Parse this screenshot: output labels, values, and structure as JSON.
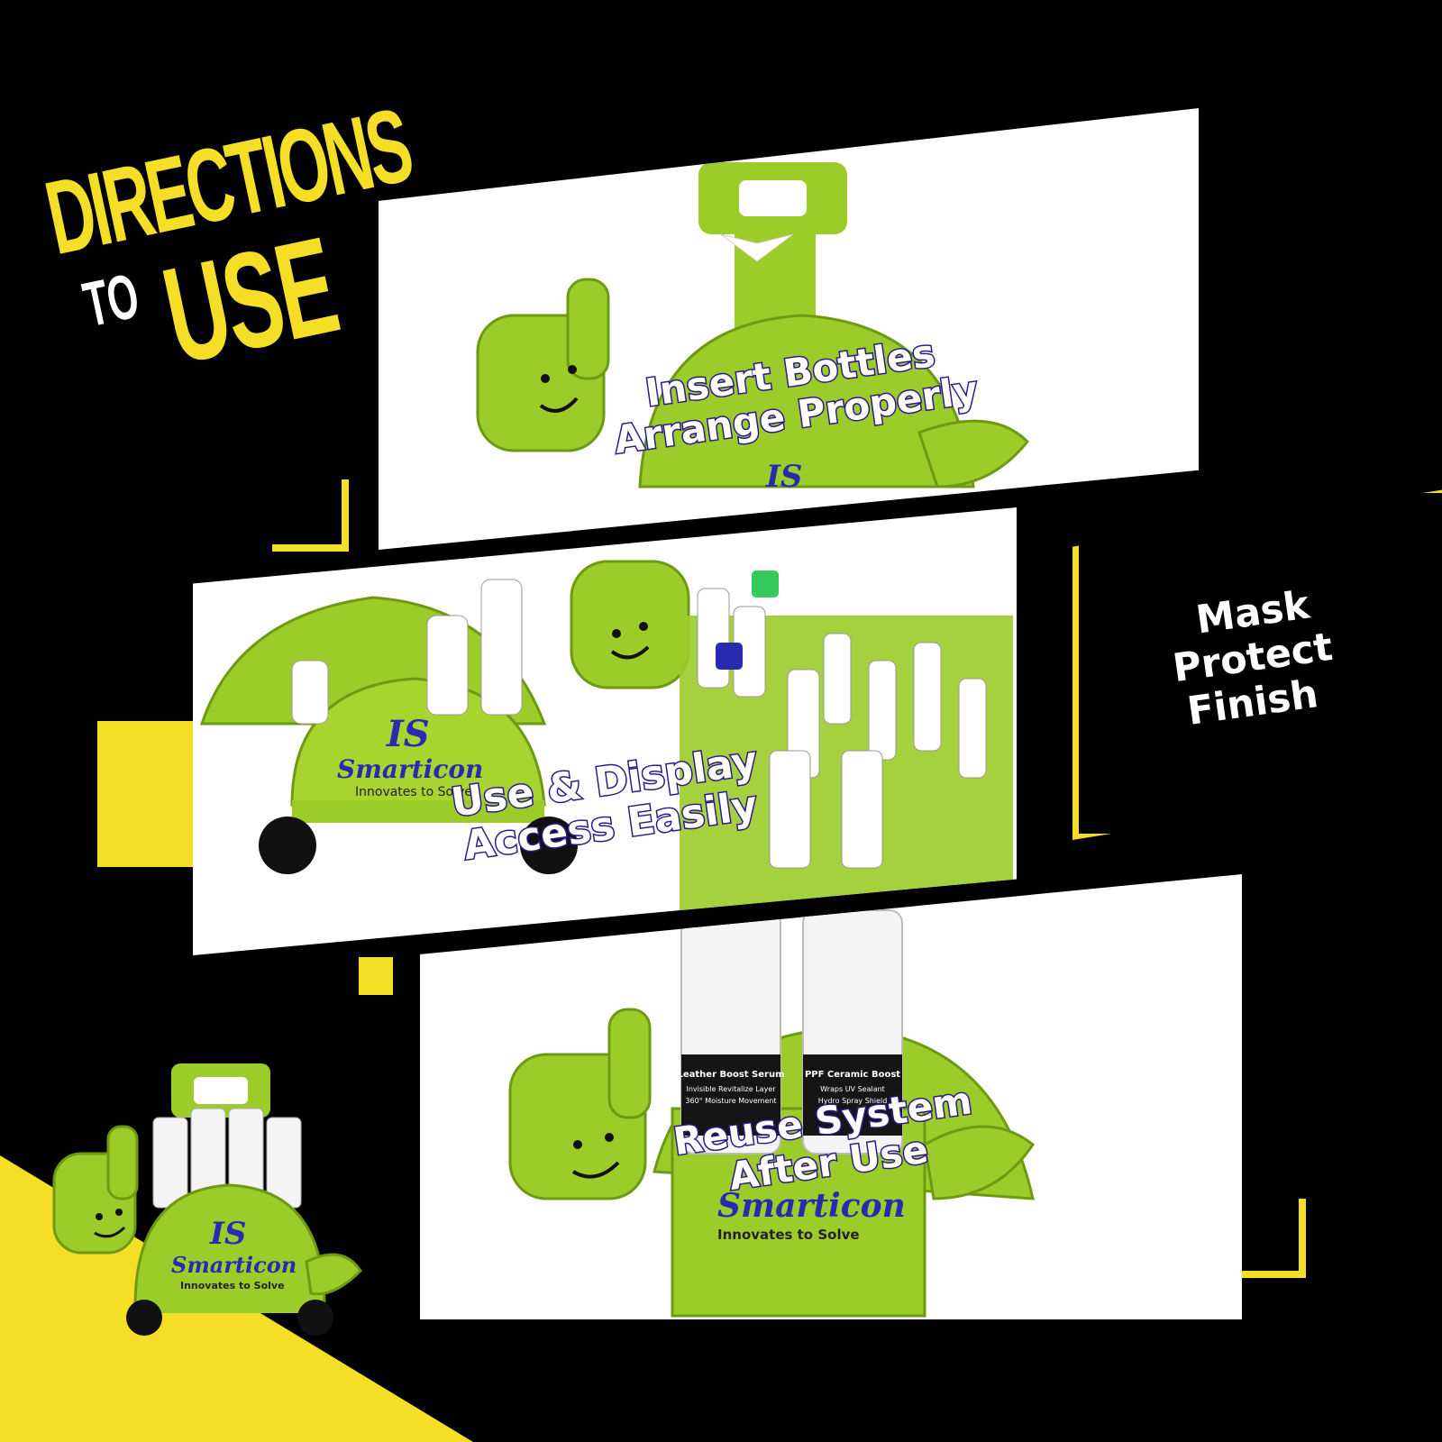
{
  "title": {
    "line1": "DIRECTIONS",
    "line2a": "TO",
    "line2b": "USE"
  },
  "steps": [
    {
      "line1": "Insert Bottles",
      "line2": "Arrange Properly"
    },
    {
      "line1": "Use & Display",
      "line2": "Access Easily"
    },
    {
      "line1": "Reuse System",
      "line2": "After Use"
    }
  ],
  "side_box": {
    "line1": "Mask",
    "line2": "Protect",
    "line3": "Finish"
  },
  "brand": {
    "name": "Smarticon",
    "tagline": "Innovates to Solve",
    "monogram": "IS"
  },
  "bottle_labels": [
    {
      "title": "Leather Boost Serum",
      "sub1": "Invisible Revitalize Layer",
      "sub2": "360° Moisture Movement"
    },
    {
      "title": "PPF Ceramic Boost",
      "sub1": "Wraps UV Sealant",
      "sub2": "Hydro Spray Shield"
    }
  ],
  "colors": {
    "accent": "#f4df26",
    "background": "#000000",
    "stand_green": "#9ccc2a",
    "text_outline": "#2a1a8c"
  }
}
